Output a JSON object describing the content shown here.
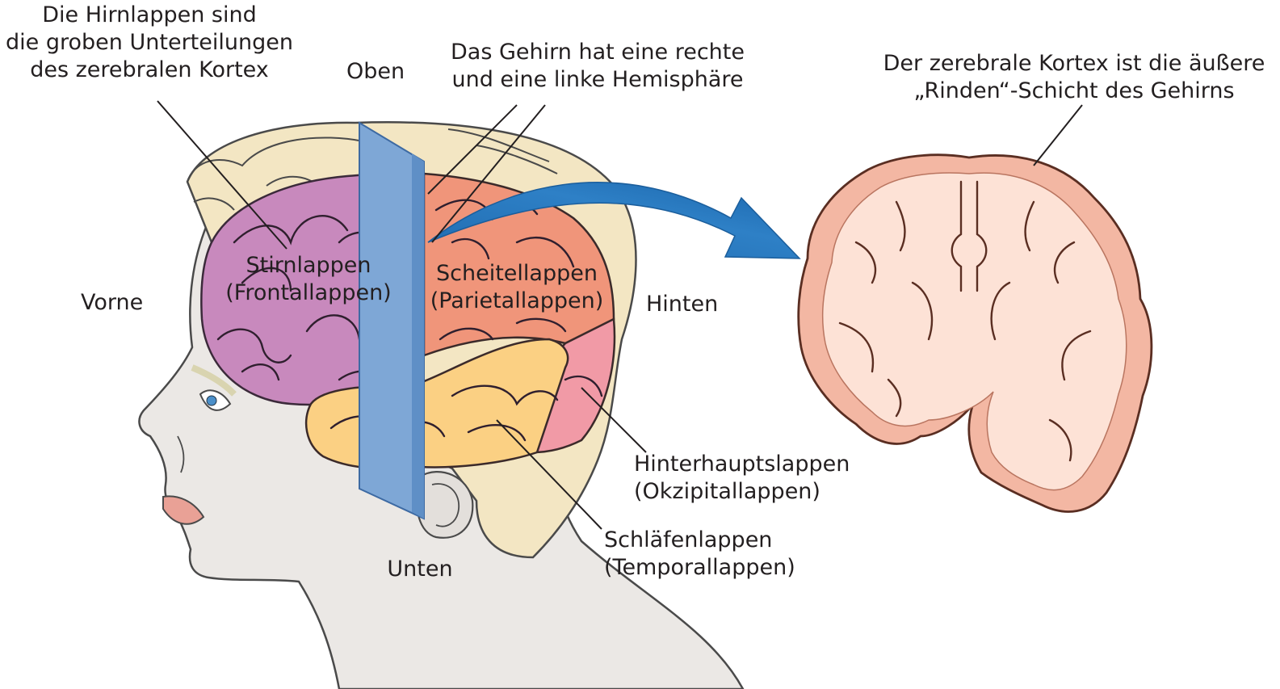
{
  "annotations": {
    "lobes_note": [
      "Die Hirnlappen sind",
      "die groben Unterteilungen",
      "des zerebralen Kortex"
    ],
    "hemisphere_note": [
      "Das Gehirn hat eine rechte",
      "und eine linke Hemisphäre"
    ],
    "cortex_note": [
      "Der zerebrale Kortex ist die äußere",
      "„Rinden“-Schicht des Gehirns"
    ]
  },
  "directions": {
    "top": "Oben",
    "front": "Vorne",
    "back": "Hinten",
    "bottom": "Unten"
  },
  "lobes": {
    "frontal": [
      "Stirnlappen",
      "(Frontallappen)"
    ],
    "parietal": [
      "Scheitellappen",
      "(Parietallappen)"
    ],
    "occipital": [
      "Hinterhauptslappen",
      "(Okzipitallappen)"
    ],
    "temporal": [
      "Schläfenlappen",
      "(Temporallappen)"
    ]
  },
  "colors": {
    "frontal": "#c889bd",
    "parietal": "#f0957a",
    "occipital": "#f19aa6",
    "temporal": "#fbd083",
    "head": "#ebe8e5",
    "skull": "#f3e6c3",
    "plane": "#7ea7d6",
    "arrow": "#2e74b5",
    "cortex_outer": "#f3b7a3",
    "cortex_inner": "#fde2d6"
  }
}
